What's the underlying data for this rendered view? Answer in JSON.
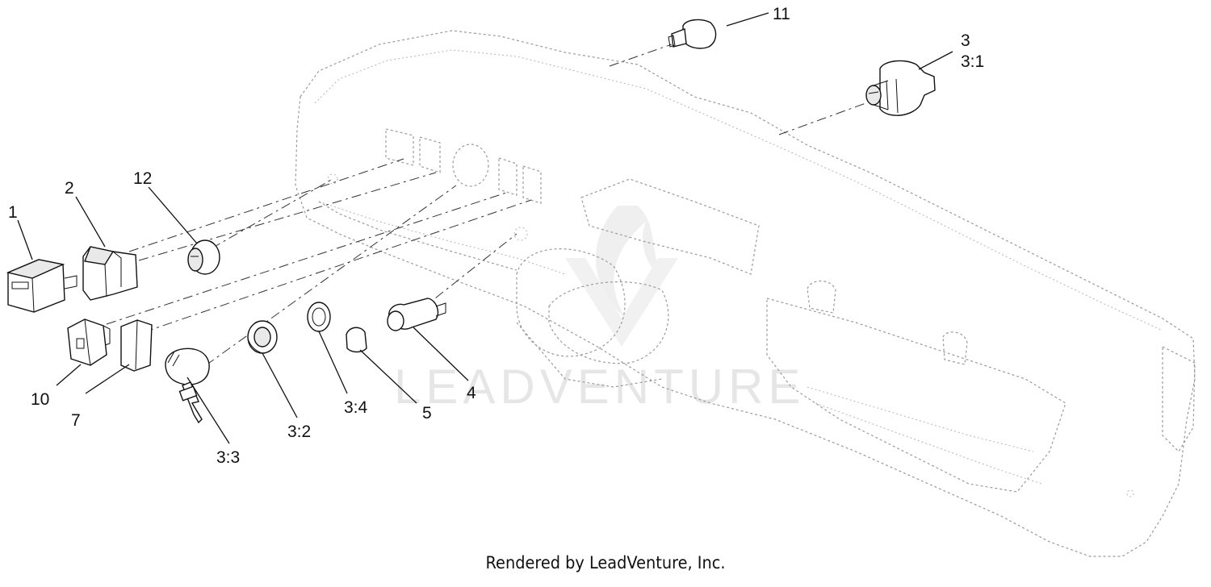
{
  "diagram": {
    "callouts": [
      {
        "id": "c1",
        "label": "1"
      },
      {
        "id": "c2",
        "label": "2"
      },
      {
        "id": "c12",
        "label": "12"
      },
      {
        "id": "c11",
        "label": "11"
      },
      {
        "id": "c3",
        "label": "3"
      },
      {
        "id": "c3_1",
        "label": "3:1"
      },
      {
        "id": "c10",
        "label": "10"
      },
      {
        "id": "c7",
        "label": "7"
      },
      {
        "id": "c3_3",
        "label": "3:3"
      },
      {
        "id": "c3_2",
        "label": "3:2"
      },
      {
        "id": "c3_4",
        "label": "3:4"
      },
      {
        "id": "c5",
        "label": "5"
      },
      {
        "id": "c4",
        "label": "4"
      }
    ],
    "watermark": "LEADVENTURE",
    "footer": "Rendered by LeadVenture, Inc."
  }
}
